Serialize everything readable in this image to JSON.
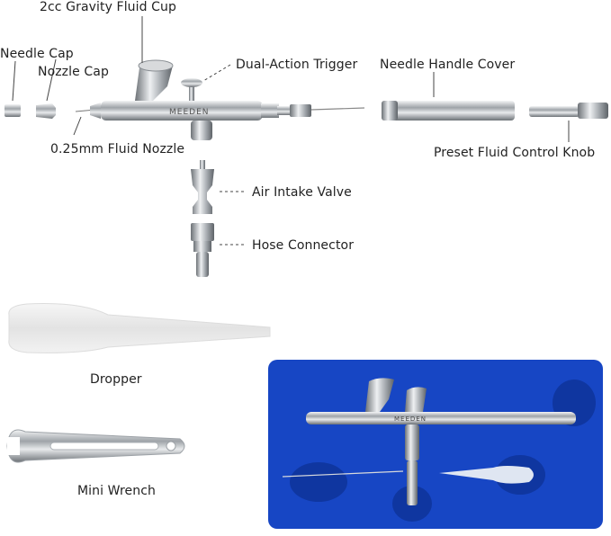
{
  "labels": {
    "fluid_cup": "2cc Gravity Fluid Cup",
    "needle_cap": "Needle Cap",
    "nozzle_cap": "Nozzle Cap",
    "trigger": "Dual-Action Trigger",
    "needle_handle_cover": "Needle Handle Cover",
    "fluid_nozzle": "0.25mm Fluid Nozzle",
    "preset_knob": "Preset Fluid Control Knob",
    "air_intake": "Air Intake Valve",
    "hose_connector": "Hose Connector",
    "dropper": "Dropper",
    "mini_wrench": "Mini Wrench"
  },
  "brand": "MEEDEN",
  "colors": {
    "case_blue": "#1746c4",
    "chrome": "#c9ccd0",
    "label_text": "#222222"
  }
}
